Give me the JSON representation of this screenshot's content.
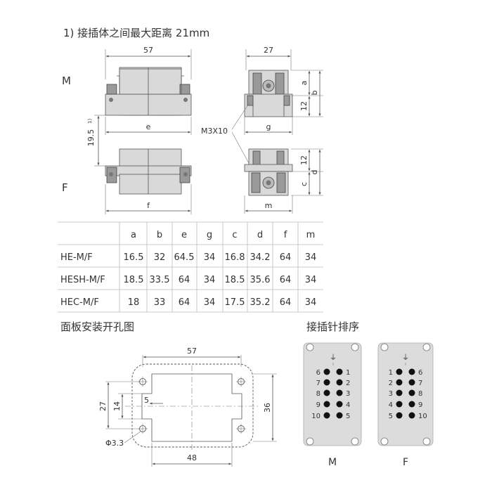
{
  "header": {
    "title": "1) 接插体之间最大距离 21mm"
  },
  "side_view": {
    "label_m": "M",
    "label_f": "F",
    "dim_57": "57",
    "dim_e": "e",
    "dim_f": "f",
    "dim_height": "19.5",
    "dim_height_note": "1)"
  },
  "end_view": {
    "dim_27": "27",
    "dim_a": "a",
    "dim_b": "b",
    "dim_12_top": "12",
    "dim_g": "g",
    "screw_label": "M3X10",
    "dim_12_bottom": "12",
    "dim_d": "d",
    "dim_c": "c",
    "dim_m": "m"
  },
  "table": {
    "headers": [
      "",
      "a",
      "b",
      "e",
      "g",
      "c",
      "d",
      "f",
      "m"
    ],
    "rows": [
      [
        "HE-M/F",
        "16.5",
        "32",
        "64.5",
        "34",
        "16.8",
        "34.2",
        "64",
        "34"
      ],
      [
        "HESH-M/F",
        "18.5",
        "33.5",
        "64",
        "34",
        "18.5",
        "35.6",
        "64",
        "34"
      ],
      [
        "HEC-M/F",
        "18",
        "33",
        "64",
        "34",
        "17.5",
        "35.2",
        "64",
        "34"
      ]
    ]
  },
  "panel": {
    "title": "面板安装开孔图",
    "dim_57": "57",
    "dim_27": "27",
    "dim_14": "14",
    "dim_5": "5",
    "dim_36": "36",
    "dim_48": "48",
    "dim_hole": "Φ3.3"
  },
  "pins": {
    "title": "接插针排序",
    "ground_symbol": "⏚",
    "m_label": "M",
    "f_label": "F",
    "m_left": [
      "6",
      "7",
      "8",
      "9",
      "10"
    ],
    "m_right": [
      "1",
      "2",
      "3",
      "4",
      "5"
    ],
    "f_left": [
      "1",
      "2",
      "3",
      "4",
      "5"
    ],
    "f_right": [
      "6",
      "7",
      "8",
      "9",
      "10"
    ]
  }
}
